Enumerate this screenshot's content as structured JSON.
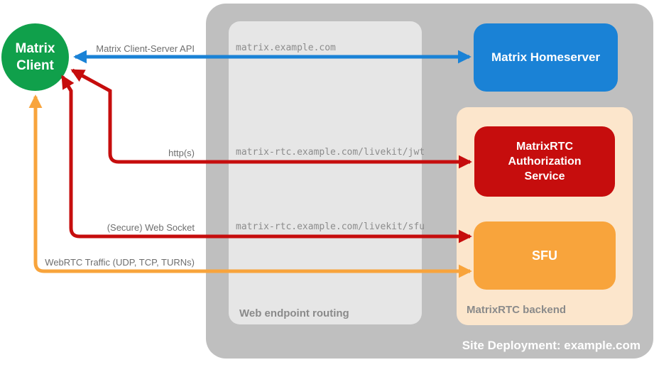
{
  "client": {
    "line1": "Matrix",
    "line2": "Client"
  },
  "homeserver": {
    "label": "Matrix Homeserver"
  },
  "routing": {
    "label": "Web endpoint routing",
    "endpoints": [
      "matrix.example.com",
      "matrix-rtc.example.com/livekit/jwt",
      "matrix-rtc.example.com/livekit/sfu"
    ]
  },
  "backend": {
    "label": "MatrixRTC backend",
    "auth_label": "MatrixRTC Authorization Service",
    "sfu_label": "SFU"
  },
  "site": {
    "label": "Site Deployment: example.com"
  },
  "arrows": {
    "client_server_api": {
      "label": "Matrix Client-Server API"
    },
    "https": {
      "label": "http(s)"
    },
    "websocket": {
      "label": "(Secure) Web Socket"
    },
    "webrtc": {
      "label": "WebRTC Traffic (UDP, TCP, TURNs)"
    }
  },
  "colors": {
    "blue": "#1a82d6",
    "red": "#c60d0d",
    "orange": "#f8a43c",
    "green": "#10a04b",
    "container_gray": "#bfbfbf",
    "routing_gray": "#e6e6e6",
    "backend_peach": "#fce6cc",
    "label_gray": "#8a8a8a",
    "arrow_label_gray": "#6e6e6e"
  }
}
